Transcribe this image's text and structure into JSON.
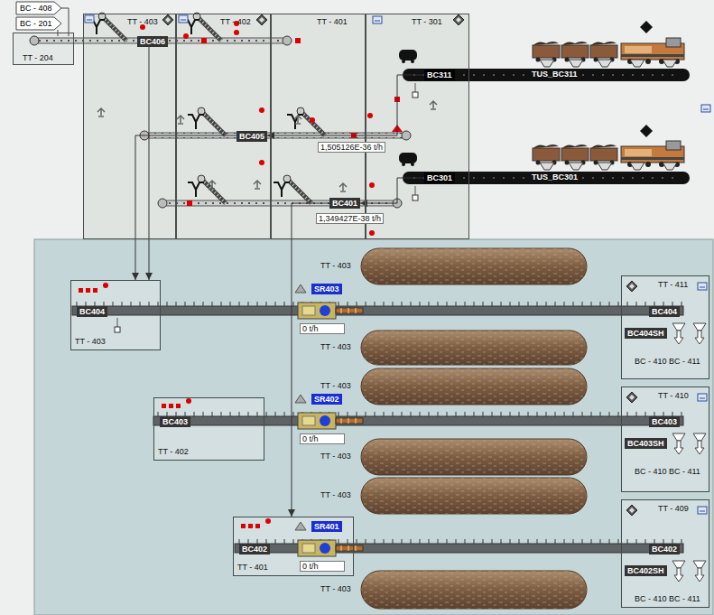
{
  "diagram": {
    "nodes": [
      {
        "text": [
          "TT - 204"
        ]
      },
      {
        "text": [
          "TT - 403"
        ]
      },
      {
        "text": [
          "TT - 402"
        ]
      },
      {
        "text": [
          "TT - 401"
        ]
      },
      {
        "text": [
          "TT - 301"
        ]
      },
      {
        "text": [
          "BC406"
        ],
        "in": 1
      },
      {
        "text": [
          "BC405"
        ],
        "in": 2
      },
      {
        "text": [
          "BC401"
        ],
        "in": 3
      },
      {
        "text": [
          "BC311"
        ],
        "in": 4
      },
      {
        "text": [
          "BC301"
        ],
        "in": 4
      },
      {
        "text": [
          "BC404",
          "TT - 403"
        ]
      },
      {
        "text": [
          "TT - 411",
          "BC404",
          "BC404SH",
          "BC - 410",
          "BC - 411"
        ]
      },
      {
        "text": [
          "BC403",
          "TT - 402"
        ]
      },
      {
        "text": [
          "TT - 410",
          "BC403",
          "BC403SH",
          "BC - 410",
          "BC - 411"
        ]
      },
      {
        "text": [
          "BC402",
          "TT - 401"
        ]
      },
      {
        "text": [
          "TT - 409",
          "BC402",
          "BC402SH",
          "BC - 410",
          "BC - 411"
        ]
      }
    ],
    "edges": [
      {
        "from": 5,
        "to": 10,
        "arrow": "to"
      },
      {
        "from": 6,
        "to": 10,
        "arrow": "to"
      },
      {
        "from": 7,
        "to": 14,
        "arrow": "to"
      },
      {
        "from": 8,
        "to": 6,
        "arrow": "to"
      },
      {
        "from": 9,
        "to": 7,
        "arrow": "to"
      }
    ],
    "labels": [
      "BC - 408",
      "BC - 201",
      "TUS_BC311",
      "TUS_BC301",
      "1,505126E-36 t/h",
      "1,349427E-38 t/h",
      "TT - 403",
      "SR403",
      "0 t/h",
      "TT - 403",
      "TT - 403",
      "SR402",
      "0 t/h",
      "TT - 403",
      "TT - 403",
      "SR401",
      "0 t/h",
      "TT - 403"
    ]
  }
}
